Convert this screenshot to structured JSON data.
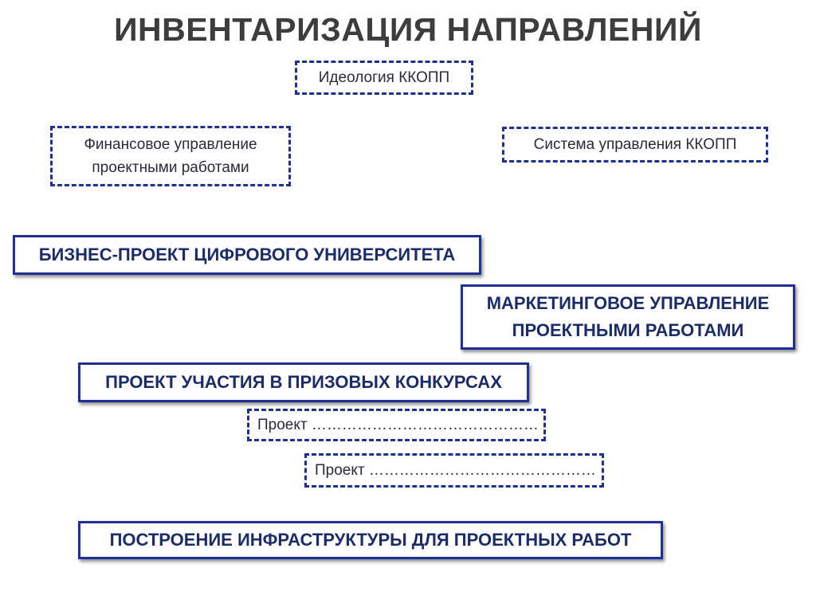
{
  "title": "ИНВЕНТАРИЗАЦИЯ НАПРАВЛЕНИЙ",
  "colors": {
    "border": "#1f2f9a",
    "title": "#3d3d3d",
    "bold_text": "#1b2c6b"
  },
  "dashed_boxes": {
    "ideology": "Идеология ККОПП",
    "finance_line1": "Финансовое управление",
    "finance_line2": "проектными работами",
    "system": "Система управления ККОПП",
    "project1": "Проект ………………………………………",
    "project2": "Проект ………………………………………"
  },
  "solid_boxes": {
    "business": "БИЗНЕС-ПРОЕКТ ЦИФРОВОГО УНИВЕРСИТЕТА",
    "marketing_line1": "МАРКЕТИНГОВОЕ УПРАВЛЕНИЕ",
    "marketing_line2": "ПРОЕКТНЫМИ РАБОТАМИ",
    "contests": "ПРОЕКТ УЧАСТИЯ В ПРИЗОВЫХ КОНКУРСАХ",
    "infrastructure": "ПОСТРОЕНИЕ ИНФРАСТРУКТУРЫ ДЛЯ ПРОЕКТНЫХ РАБОТ"
  }
}
